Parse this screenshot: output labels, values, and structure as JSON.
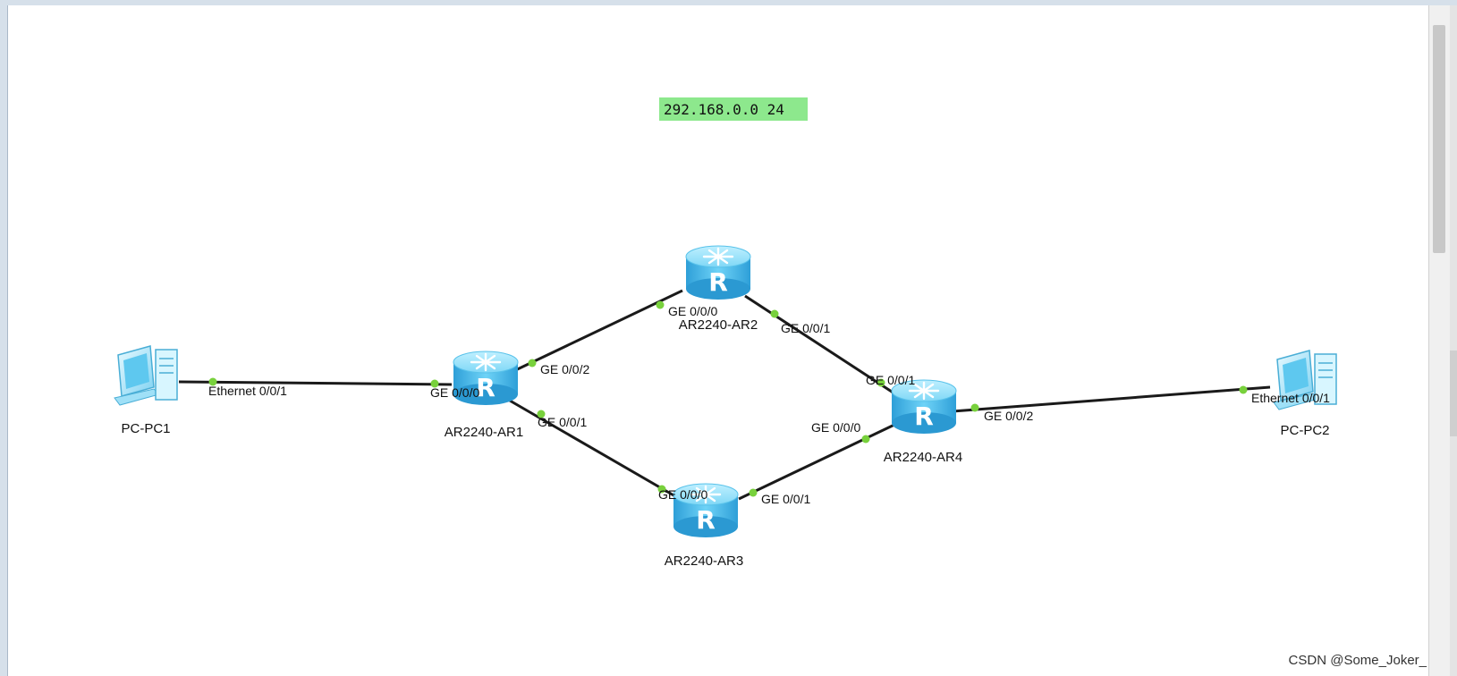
{
  "network_label": "292.168.0.0 24",
  "watermark": "CSDN @Some_Joker_",
  "colors": {
    "router": "#4fc0ef",
    "port_dot": "#78d13c",
    "net_label_bg": "#8de88d"
  },
  "devices": {
    "pc1": {
      "name": "PC-PC1",
      "icon": "pc-icon"
    },
    "pc2": {
      "name": "PC-PC2",
      "icon": "pc-icon"
    },
    "ar1": {
      "name": "AR2240-AR1",
      "icon": "router-icon"
    },
    "ar2": {
      "name": "AR2240-AR2",
      "icon": "router-icon"
    },
    "ar3": {
      "name": "AR2240-AR3",
      "icon": "router-icon"
    },
    "ar4": {
      "name": "AR2240-AR4",
      "icon": "router-icon"
    }
  },
  "links": [
    {
      "from": "PC-PC1",
      "from_port": "Ethernet 0/0/1",
      "to": "AR2240-AR1",
      "to_port": "GE 0/0/0"
    },
    {
      "from": "AR2240-AR1",
      "from_port": "GE 0/0/2",
      "to": "AR2240-AR2",
      "to_port": "GE 0/0/0"
    },
    {
      "from": "AR2240-AR1",
      "from_port": "GE 0/0/1",
      "to": "AR2240-AR3",
      "to_port": "GE 0/0/0"
    },
    {
      "from": "AR2240-AR2",
      "from_port": "GE 0/0/1",
      "to": "AR2240-AR4",
      "to_port": "GE 0/0/1"
    },
    {
      "from": "AR2240-AR3",
      "from_port": "GE 0/0/1",
      "to": "AR2240-AR4",
      "to_port": "GE 0/0/0"
    },
    {
      "from": "AR2240-AR4",
      "from_port": "GE 0/0/2",
      "to": "PC-PC2",
      "to_port": "Ethernet 0/0/1"
    }
  ]
}
